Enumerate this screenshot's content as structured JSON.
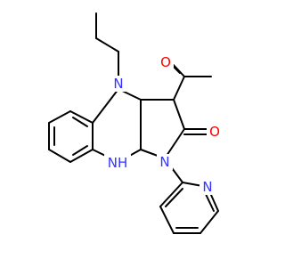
{
  "colors": {
    "bond": "#000000",
    "nitrogen": "#3333ff",
    "oxygen": "#ff0000"
  },
  "atoms": {
    "n_propyl": "N",
    "o_acetyl": "O",
    "o_lactam": "O",
    "nh": "NH",
    "n_ring": "N",
    "n_pyridine": "N"
  }
}
